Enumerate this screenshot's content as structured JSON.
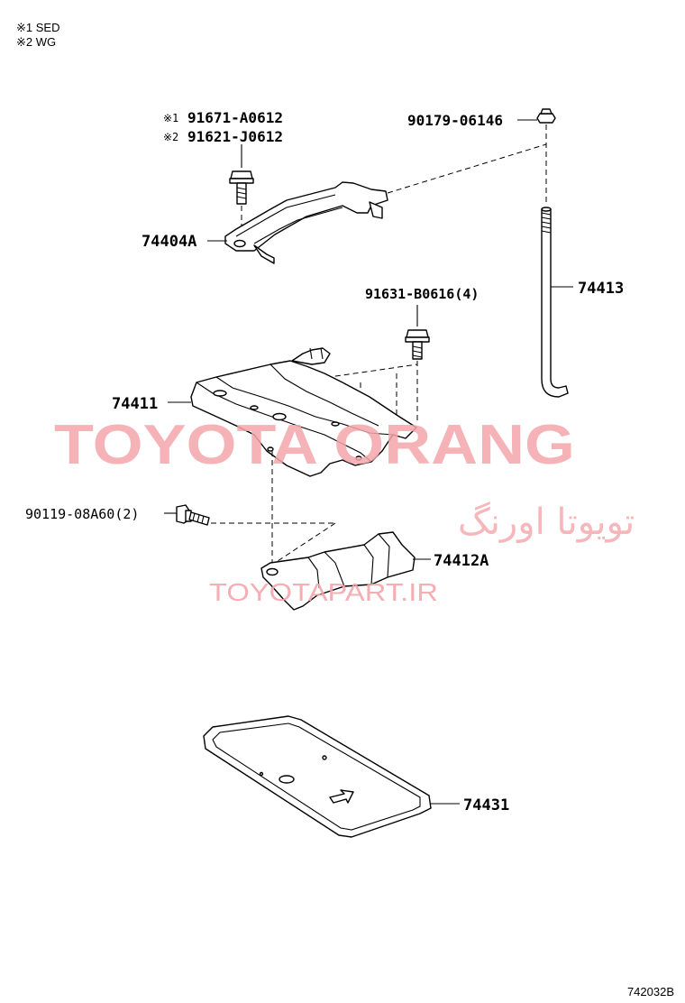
{
  "legend": {
    "note1": "※1 SED",
    "note2": "※2 WG"
  },
  "parts": {
    "bolt_top_note1": "※1",
    "bolt_top_pn1": "91671-A0612",
    "bolt_top_note2": "※2",
    "bolt_top_pn2": "91621-J0612",
    "nut_top": "90179-06146",
    "bracket_upper": "74404A",
    "rod": "74413",
    "bolt_mid": "91631-B0616(4)",
    "tray": "74411",
    "bolt_side": "90119-08A60(2)",
    "bracket_lower": "74412A",
    "pad": "74431"
  },
  "watermark": {
    "brand": "TOYOTA ORANG",
    "farsi": "تویوتا اورنگ",
    "url": "TOYOTAPART.IR"
  },
  "diagram_ref": "742032B"
}
